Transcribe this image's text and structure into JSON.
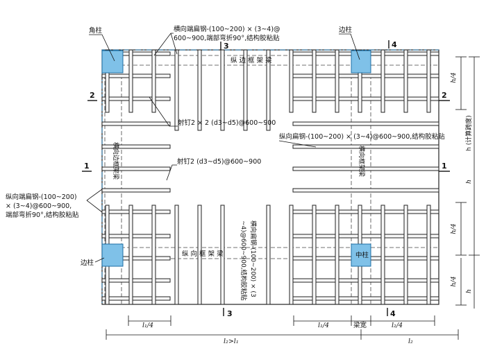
{
  "labels": {
    "corner_column": "角柱",
    "edge_column_top": "边柱",
    "edge_column_left": "边柱",
    "middle_column": "中柱",
    "transverse_end_steel_l1": "横向端扁钢-(100~200) × (3~4)@",
    "transverse_end_steel_l2": "600~900,端部弯折90°,结构胶粘贴",
    "nail_top": "射钉2 × 2 (d3~d5)@600~900",
    "nail_mid": "射钉2 (d3~d5)@600~900",
    "longitudinal_steel": "纵向扁钢-(100~200) × (3~4)@600~900,结构胶粘贴",
    "longitudinal_end_steel_l1": "纵向端扁钢-(100~200)",
    "longitudinal_end_steel_l2": "× (3~4)@600~900,",
    "longitudinal_end_steel_l3": "端部弯折90°,结构胶粘贴",
    "transverse_steel_v1": "横向扁钢-(100~200) × (3",
    "transverse_steel_v2": "~4)@600~900,结构胶粘贴",
    "long_edge_frame_beam": "纵 边 框 架 梁",
    "long_frame_beam": "纵 向 框 架 梁",
    "trans_edge_beam_left": "横向边框架梁",
    "trans_frame_beam_right": "横向框架梁",
    "section_3_top": "3",
    "section_4_top": "4",
    "section_3_bottom": "3",
    "section_4_bottom": "4",
    "section_2_left": "2",
    "section_2_right": "2",
    "section_1_left": "1",
    "section_1_right": "1",
    "dim_l1_4_left": "l₁/4",
    "dim_l1_4_right": "l₁/4",
    "dim_l2_4": "l₂/4",
    "dim_beam_width": "梁宽",
    "dim_l2_gt_l1": "l₂>l₁",
    "dim_l2": "l₂",
    "dim_h4_top": "h/4",
    "dim_h4_mid": "h/4",
    "dim_h4_bottom": "h/4",
    "dim_h": "h",
    "dim_h_span": "h  (计算跨度)",
    "dim_h_bottom": "h"
  },
  "colors": {
    "column_fill": "#7fc1e8",
    "column_stroke": "#1c6ea4",
    "axis_dash": "#1c6ea4"
  }
}
